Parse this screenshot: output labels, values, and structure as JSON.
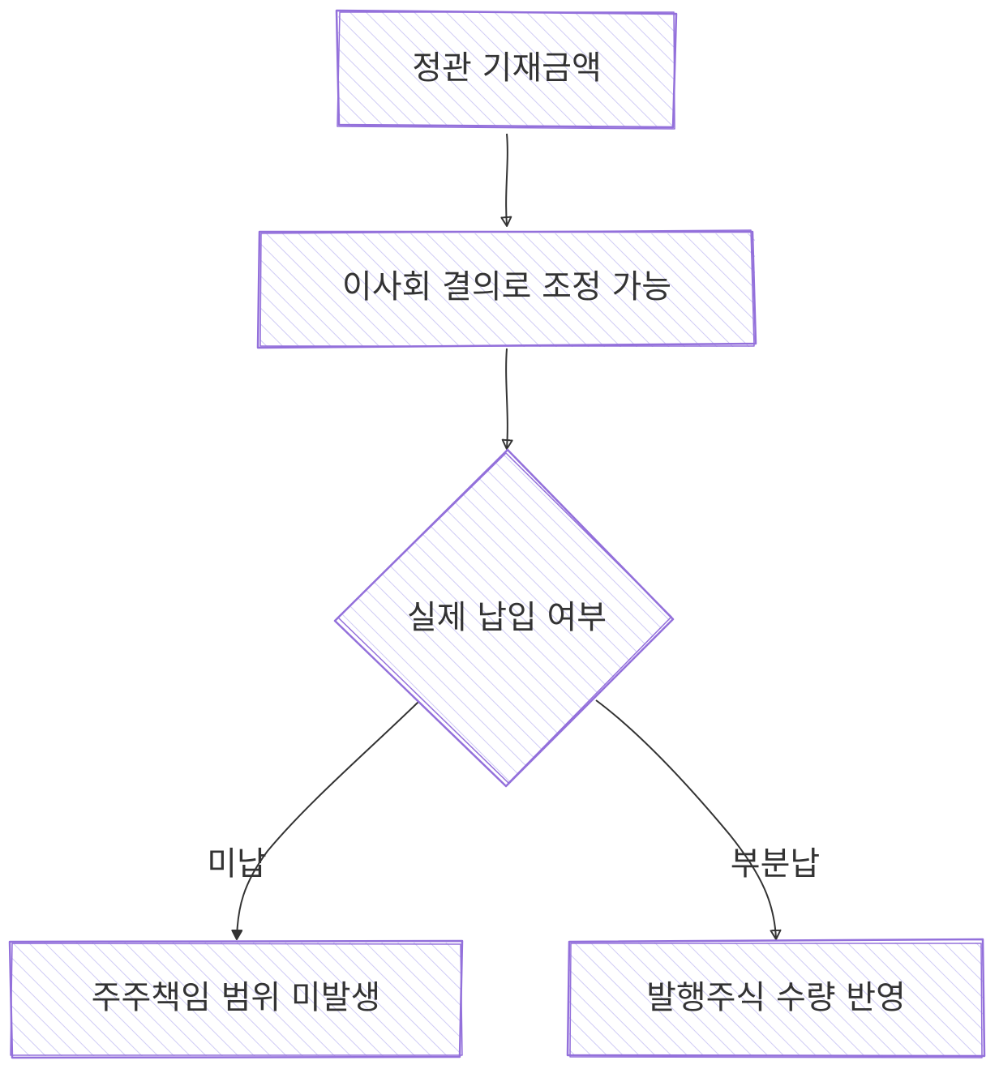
{
  "diagram": {
    "type": "flowchart",
    "direction": "top-down",
    "style": "hand-drawn",
    "colors": {
      "node_fill": "#ECECFF",
      "node_stroke": "#9370DB",
      "edge": "#333333",
      "text": "#333333",
      "background": "#FFFFFF"
    },
    "nodes": {
      "articles_amount": {
        "label": "정관 기재금액",
        "shape": "rectangle"
      },
      "board_adjustable": {
        "label": "이사회 결의로 조정 가능",
        "shape": "rectangle"
      },
      "payment_check": {
        "label": "실제 납입 여부",
        "shape": "diamond"
      },
      "no_liability": {
        "label": "주주책임 범위 미발생",
        "shape": "rectangle"
      },
      "shares_reflected": {
        "label": "발행주식 수량 반영",
        "shape": "rectangle"
      }
    },
    "edges": [
      {
        "from": "articles_amount",
        "to": "board_adjustable",
        "label": ""
      },
      {
        "from": "board_adjustable",
        "to": "payment_check",
        "label": ""
      },
      {
        "from": "payment_check",
        "to": "no_liability",
        "label": "미납"
      },
      {
        "from": "payment_check",
        "to": "shares_reflected",
        "label": "부분납"
      }
    ]
  }
}
